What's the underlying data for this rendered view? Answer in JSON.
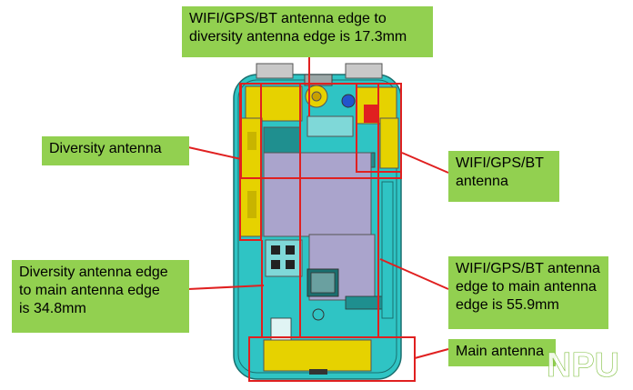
{
  "labels": {
    "wifi_to_diversity": "WIFI/GPS/BT antenna edge to\ndiversity antenna edge is 17.3mm",
    "diversity": "Diversity antenna",
    "wifi": "WIFI/GPS/BT\nantenna",
    "diversity_to_main": "Diversity antenna edge\nto main antenna edge\nis 34.8mm",
    "wifi_to_main": "WIFI/GPS/BT antenna\nedge to main antenna\nedge is 55.9mm",
    "main": "Main antenna"
  },
  "watermark": "NPU",
  "colors": {
    "label_bg": "#92d050",
    "pcb_teal": "#2fc4c4",
    "antenna_yellow": "#e6d200",
    "chip_lavender": "#aaa4cc",
    "marker_red": "#e02020"
  }
}
